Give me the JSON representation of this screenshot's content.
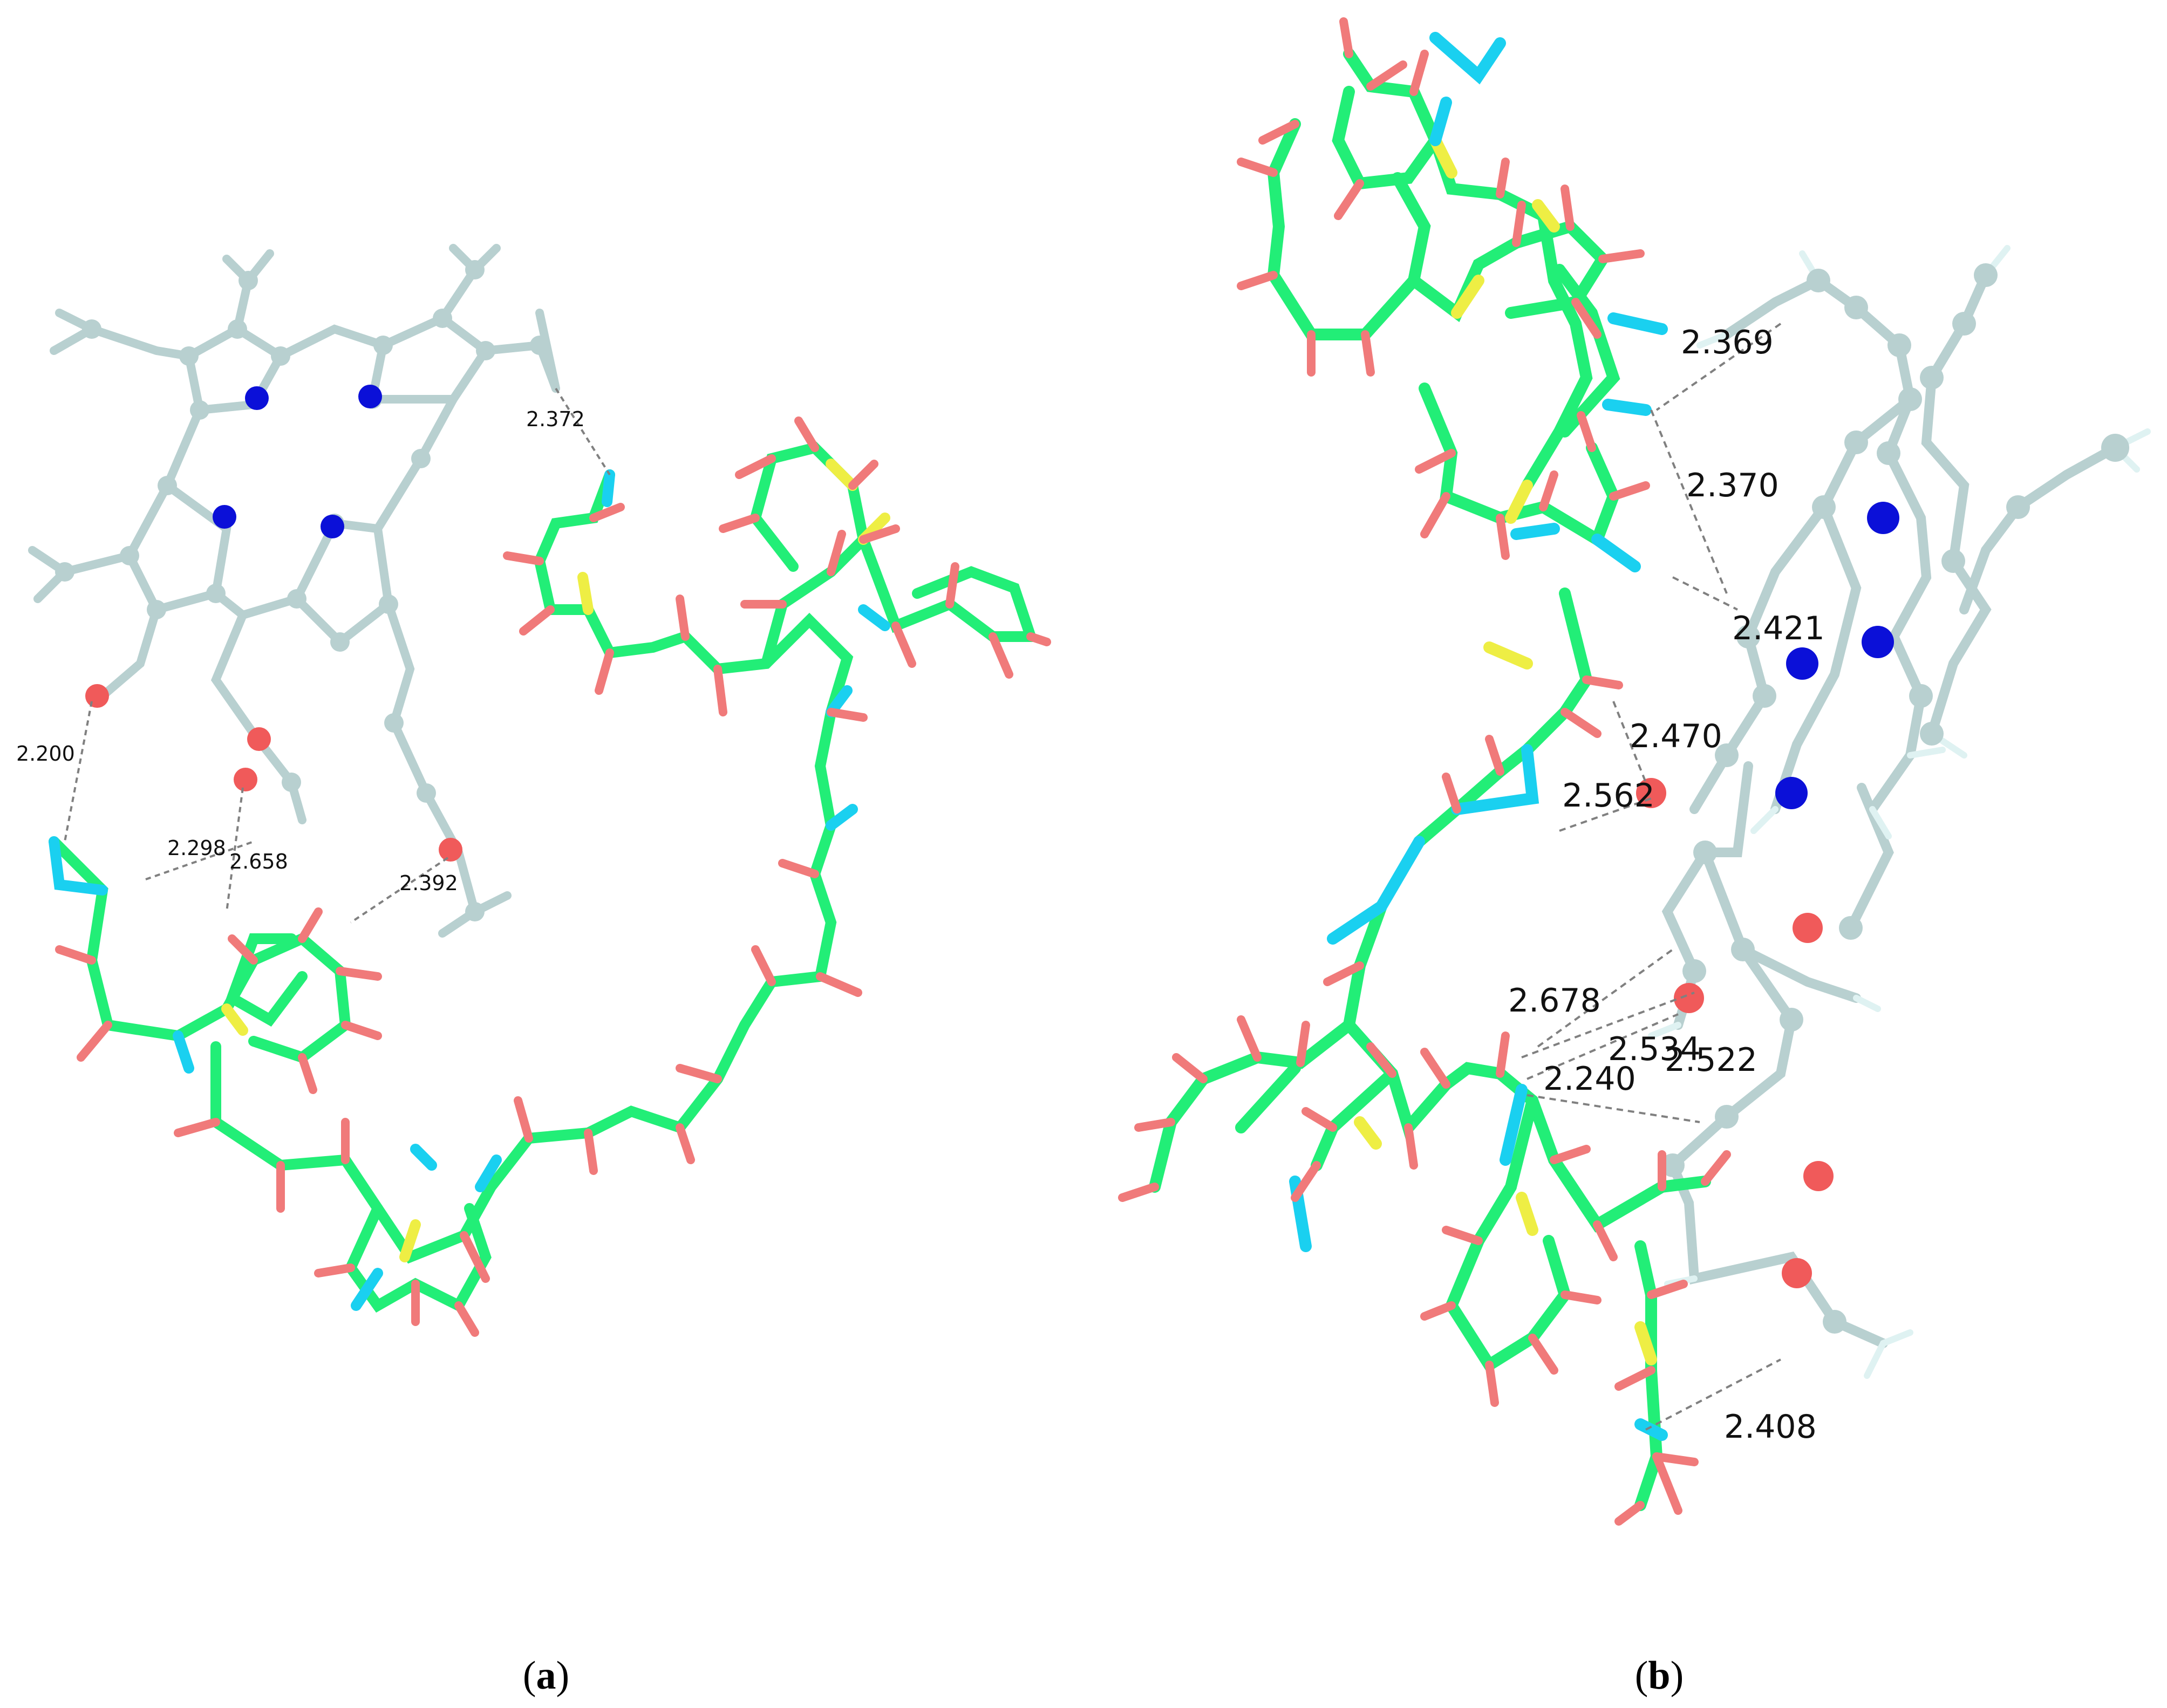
{
  "panels": [
    {
      "id": "a",
      "caption_letter": "a",
      "distances": [
        "2.372",
        "2.200",
        "2.298",
        "2.658",
        "2.392"
      ]
    },
    {
      "id": "b",
      "caption_letter": "b",
      "distances": [
        "2.369",
        "2.370",
        "2.421",
        "2.470",
        "2.562",
        "2.678",
        "2.534",
        "2.522",
        "2.240",
        "2.408"
      ]
    }
  ],
  "colors": {
    "ligand_green": "#22ee77",
    "ligand_yellow": "#eeee44",
    "ligand_pink": "#f07a7a",
    "ligand_cyan": "#1ad0f0",
    "porphyrin_carbon": "#b8d0d0",
    "porphyrin_hydrogen": "#dff2f2",
    "nitrogen": "#0b10d8",
    "oxygen": "#f05a5a",
    "hbond": "#808080"
  }
}
